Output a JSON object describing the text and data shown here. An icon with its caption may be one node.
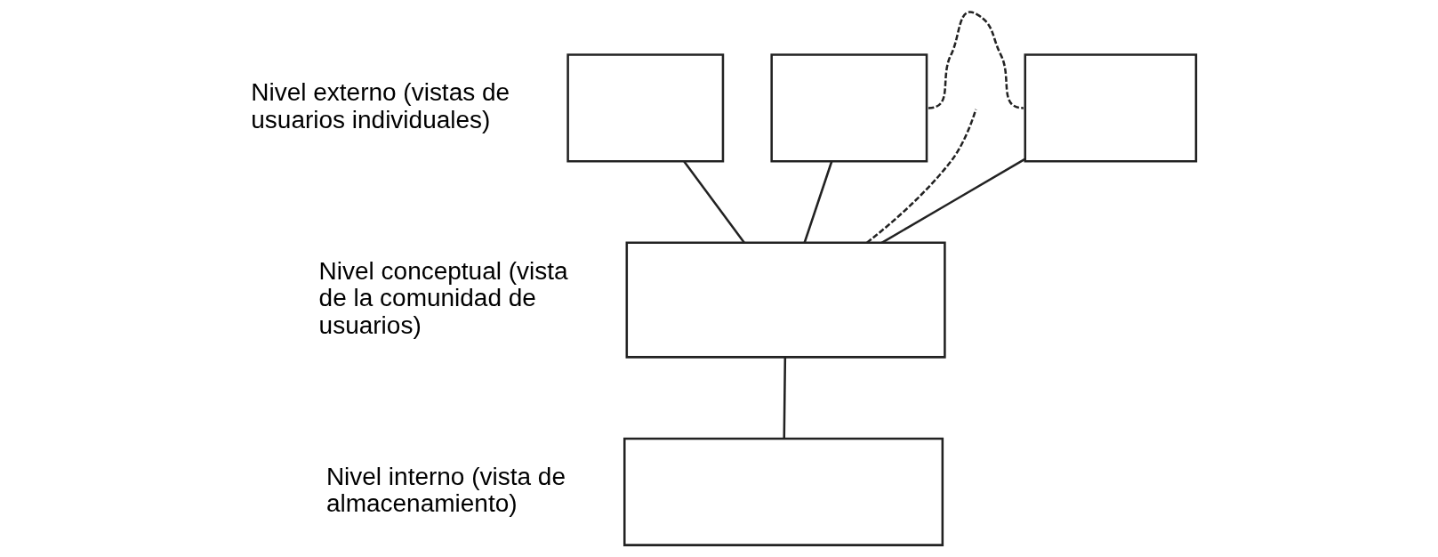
{
  "diagram": {
    "nodes": [
      {
        "text": [],
        "shape": "box"
      },
      {
        "text": [],
        "shape": "box"
      },
      {
        "text": [],
        "shape": "box"
      },
      {
        "text": [],
        "shape": "box"
      },
      {
        "text": [],
        "shape": "box"
      }
    ],
    "edges": [
      {
        "from": 0,
        "to": 3,
        "arrow": "none"
      },
      {
        "from": 1,
        "to": 3,
        "arrow": "none"
      },
      {
        "from": 2,
        "to": 3,
        "arrow": "none"
      },
      {
        "from": 1,
        "to": 2,
        "arrow": "none",
        "style": "dashed"
      },
      {
        "from": 3,
        "to": null,
        "arrow": "none",
        "style": "dashed"
      },
      {
        "from": 3,
        "to": 4,
        "arrow": "none"
      }
    ],
    "labels": [
      "Nivel externo (vistas de usuarios individuales)",
      "Nivel conceptual (vista de la comunidad de usuarios)",
      "Nivel interno (vista de almacenamiento)"
    ]
  }
}
